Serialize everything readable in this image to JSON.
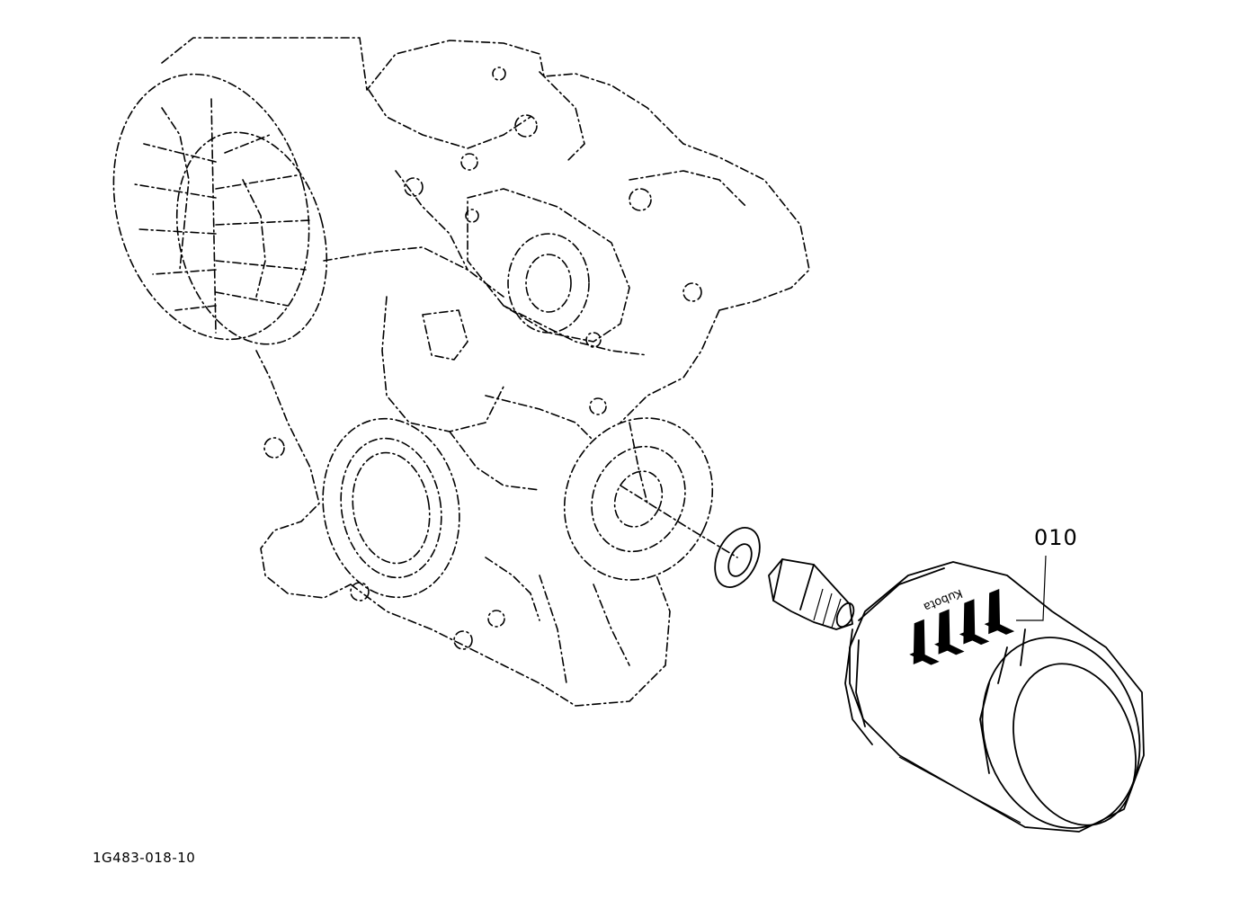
{
  "diagram": {
    "callouts": [
      {
        "id": "oil-filter-cartridge",
        "label": "010"
      }
    ],
    "figure_id": "1G483-018-10",
    "filter_brand_marking": "Kubota"
  }
}
